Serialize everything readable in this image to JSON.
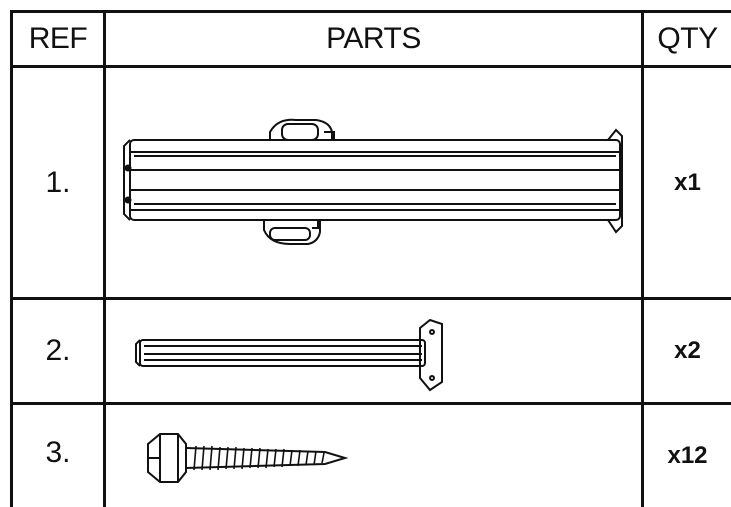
{
  "header": {
    "ref": "REF",
    "parts": "PARTS",
    "qty": "QTY"
  },
  "rows": [
    {
      "ref": "1.",
      "part_icon": "long-bracket-rail-icon",
      "qty": "x1"
    },
    {
      "ref": "2.",
      "part_icon": "support-arm-with-plate-icon",
      "qty": "x2"
    },
    {
      "ref": "3.",
      "part_icon": "hex-lag-screw-icon",
      "qty": "x12"
    }
  ]
}
